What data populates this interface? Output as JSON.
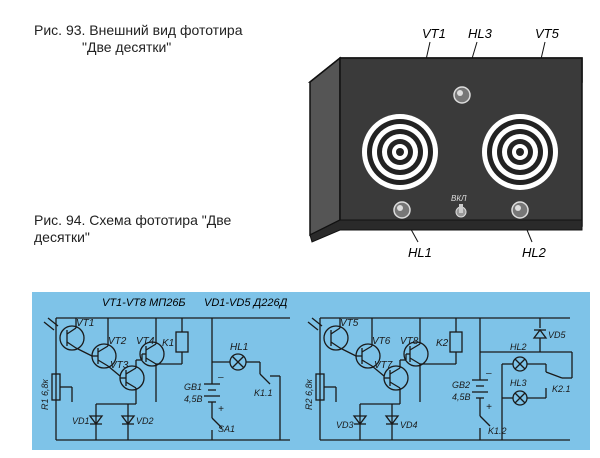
{
  "figure93": {
    "caption_line1": "Рис. 93. Внешний вид фототира",
    "caption_line2": "\"Две   десятки\"",
    "labels": {
      "vt1": "VT1",
      "hl3": "HL3",
      "vt5": "VT5",
      "vkl": "ВКЛ",
      "hl1": "HL1",
      "hl2": "HL2"
    }
  },
  "figure94": {
    "caption_line1": "Рис. 94. Схема фототира \"Две",
    "caption_line2": "десятки\"",
    "header_transistors": "VT1-VT8  МП26Б",
    "header_diodes": "VD1-VD5  Д226Д",
    "left": {
      "vt1": "VT1",
      "vt2": "VT2",
      "vt3": "VT3",
      "vt4": "VT4",
      "k1": "K1",
      "hl1": "HL1",
      "r1": "R1 6,8к",
      "gb1": "GB1",
      "gb1_v": "4,5В",
      "vd1": "VD1",
      "vd2": "VD2",
      "sa1": "SA1",
      "k11": "K1.1",
      "minus": "–",
      "plus": "+"
    },
    "right": {
      "vt5": "VT5",
      "vt6": "VT6",
      "vt7": "VT7",
      "vt8": "VT8",
      "k2": "K2",
      "hl2": "HL2",
      "hl3": "HL3",
      "vd5": "VD5",
      "r2": "R2 6,8к",
      "gb2": "GB2",
      "gb2_v": "4,5В",
      "vd3": "VD3",
      "vd4": "VD4",
      "k12": "K1.2",
      "k21": "K2.1",
      "minus": "–",
      "plus": "+"
    }
  },
  "colors": {
    "schematic_bg": "#7ec3e8",
    "box_front": "#3a3a3a",
    "line": "#1a1a1a"
  }
}
